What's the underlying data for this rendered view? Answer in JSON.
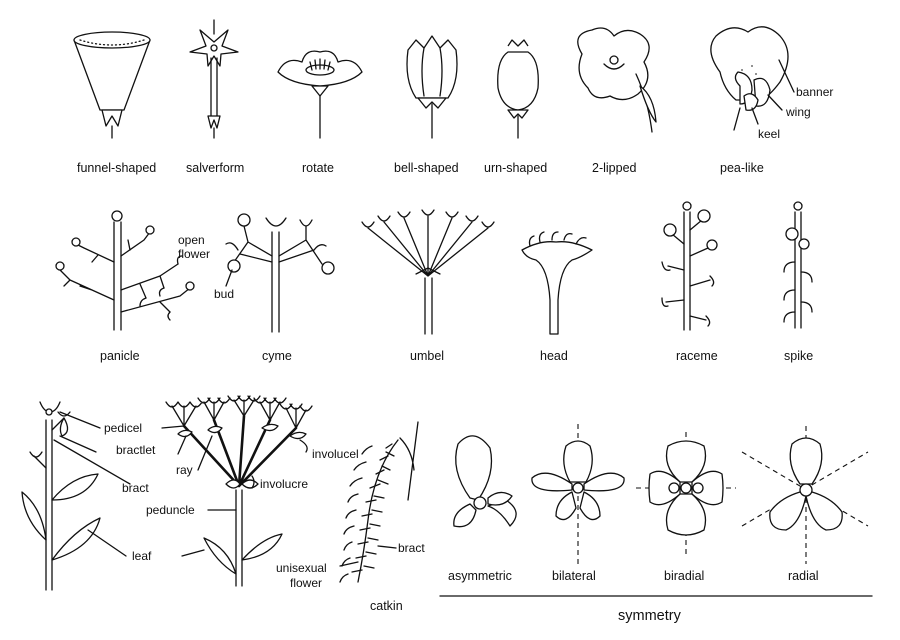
{
  "flower_shapes": {
    "funnel": "funnel-shaped",
    "salverform": "salverform",
    "rotate": "rotate",
    "bell": "bell-shaped",
    "urn": "urn-shaped",
    "lipped": "2-lipped",
    "pea": "pea-like",
    "pea_parts": {
      "banner": "banner",
      "wing": "wing",
      "keel": "keel"
    }
  },
  "inflorescences": {
    "panicle": "panicle",
    "cyme": "cyme",
    "cyme_parts": {
      "open_flower_1": "open",
      "open_flower_2": "flower",
      "bud": "bud"
    },
    "umbel": "umbel",
    "head": "head",
    "raceme": "raceme",
    "spike": "spike"
  },
  "plant_parts": {
    "pedicel": "pedicel",
    "bractlet": "bractlet",
    "ray": "ray",
    "involucel": "involucel",
    "bract": "bract",
    "involucre": "involucre",
    "peduncle": "peduncle",
    "leaf": "leaf"
  },
  "catkin": {
    "title": "catkin",
    "bract": "bract",
    "unisexual_1": "unisexual",
    "unisexual_2": "flower"
  },
  "symmetry": {
    "asymmetric": "asymmetric",
    "bilateral": "bilateral",
    "biradial": "biradial",
    "radial": "radial",
    "title": "symmetry"
  }
}
